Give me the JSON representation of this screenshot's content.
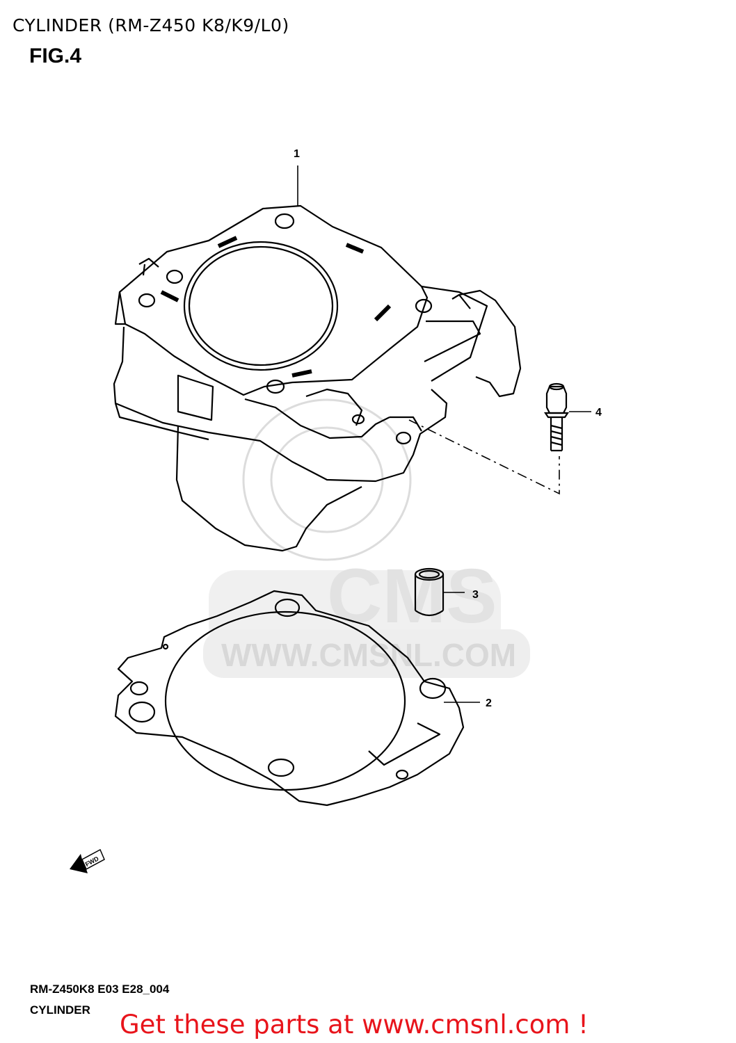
{
  "header": {
    "title": "CYLINDER (RM-Z450 K8/K9/L0)",
    "figure": "FIG.4"
  },
  "callouts": [
    {
      "number": "1",
      "part": "cylinder"
    },
    {
      "number": "2",
      "part": "cylinder-gasket"
    },
    {
      "number": "3",
      "part": "dowel-pin"
    },
    {
      "number": "4",
      "part": "bolt"
    }
  ],
  "direction_marker": "FWD",
  "watermark": {
    "logo_text": "CMS",
    "url": "WWW.CMSNL.COM"
  },
  "footer": {
    "code": "RM-Z450K8 E03 E28_004",
    "caption": "CYLINDER",
    "cta": "Get these parts at www.cmsnl.com !"
  },
  "colors": {
    "line": "#000000",
    "watermark": "#e6e6e6",
    "cta": "#e8141b"
  }
}
